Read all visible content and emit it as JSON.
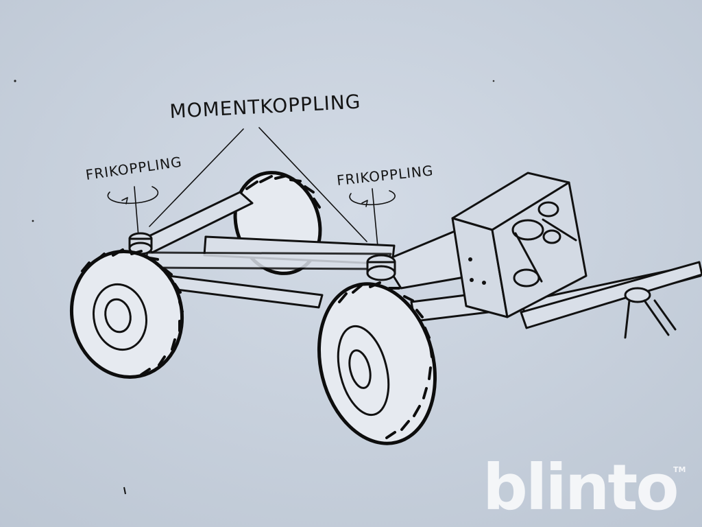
{
  "labels": {
    "torque_coupling": "MOMENTKOPPLING",
    "free_coupling_left": "FRIKOPPLING",
    "free_coupling_right": "FRIKOPPLING"
  },
  "watermark": {
    "text": "blinto",
    "trademark": "TM"
  },
  "colors": {
    "paper": "#c9d2de",
    "ink": "#111111",
    "watermark": "#ffffff"
  }
}
